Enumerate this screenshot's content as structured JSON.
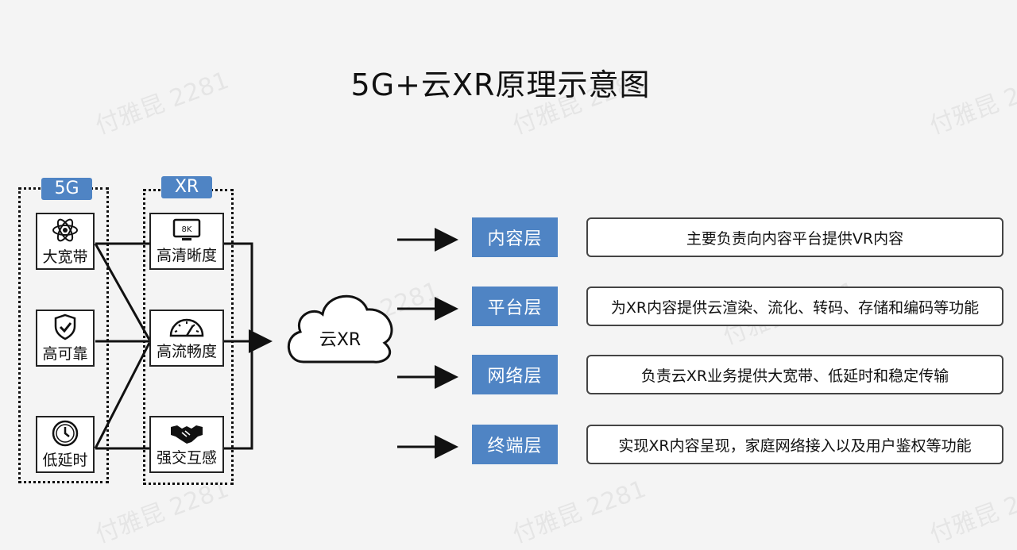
{
  "title": "5G+云XR原理示意图",
  "watermark": "付雅昆 2281",
  "groups": {
    "fiveg": {
      "label": "5G",
      "items": [
        {
          "label": "大宽带",
          "icon": "atom-icon"
        },
        {
          "label": "高可靠",
          "icon": "shield-check-icon"
        },
        {
          "label": "低延时",
          "icon": "clock-icon"
        }
      ]
    },
    "xr": {
      "label": "XR",
      "items": [
        {
          "label": "高清晰度",
          "icon": "8k-monitor-icon",
          "icon_text": "8K"
        },
        {
          "label": "高流畅度",
          "icon": "gauge-icon"
        },
        {
          "label": "强交互感",
          "icon": "handshake-icon"
        }
      ]
    }
  },
  "cloud": {
    "label": "云XR",
    "icon": "cloud-icon"
  },
  "layers": [
    {
      "name": "内容层",
      "desc": "主要负责向内容平台提供VR内容"
    },
    {
      "name": "平台层",
      "desc": "为XR内容提供云渲染、流化、转码、存储和编码等功能"
    },
    {
      "name": "网络层",
      "desc": "负责云XR业务提供大宽带、低延时和稳定传输"
    },
    {
      "name": "终端层",
      "desc": "实现XR内容呈现，家庭网络接入以及用户鉴权等功能"
    }
  ],
  "colors": {
    "accent": "#4f84c4",
    "line": "#111111",
    "background": "#f4f4f4"
  }
}
